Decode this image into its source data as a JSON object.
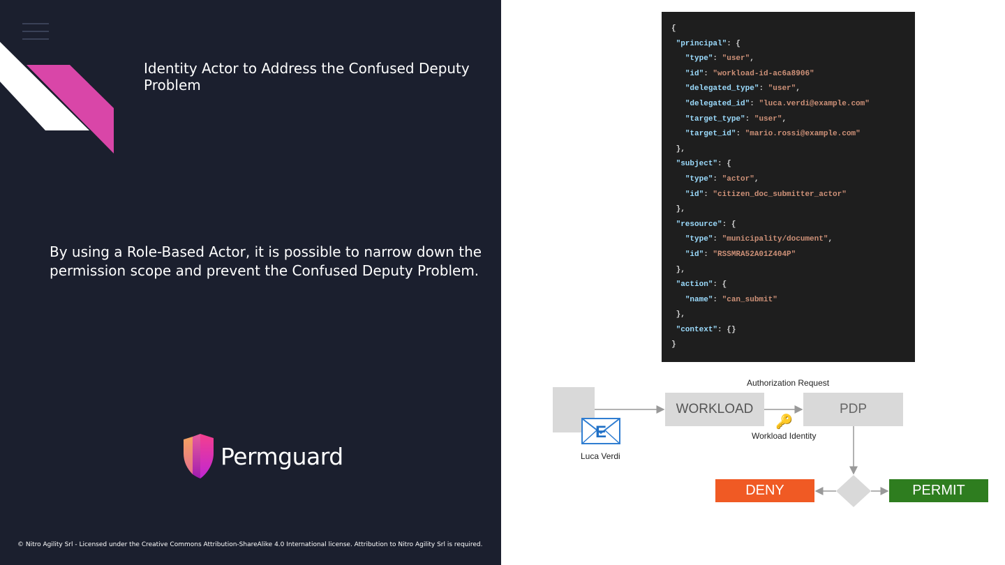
{
  "slide": {
    "title": "Identity Actor to Address the Confused Deputy Problem",
    "body": "By using a Role-Based Actor, it is possible to narrow down the permission scope and prevent the Confused Deputy Problem.",
    "logo_text": "Permguard",
    "footer": "© Nitro Agility Srl - Licensed under the Creative Commons Attribution-ShareAlike 4.0 International license. Attribution to Nitro Agility Srl is required."
  },
  "code": {
    "lines": [
      "{",
      " \"principal\": {",
      "   \"type\": \"user\",",
      "   \"id\": \"workload-id-ac6a8906\"",
      "   \"delegated_type\": \"user\",",
      "   \"delegated_id\": \"luca.verdi@example.com\"",
      "   \"target_type\": \"user\",",
      "   \"target_id\": \"mario.rossi@example.com\"",
      " },",
      " \"subject\": {",
      "   \"type\": \"actor\",",
      "   \"id\": \"citizen_doc_submitter_actor\"",
      " },",
      " \"resource\": {",
      "   \"type\": \"municipality/document\",",
      "   \"id\": \"RSSMRA52A01Z404P\"",
      " },",
      " \"action\": {",
      "   \"name\": \"can_submit\"",
      " },",
      " \"context\": {}",
      "}"
    ]
  },
  "diagram": {
    "authorization_request_label": "Authorization Request",
    "workload_label": "WORKLOAD",
    "pdp_label": "PDP",
    "workload_identity_label": "Workload Identity",
    "user_label": "Luca Verdi",
    "deny_label": "DENY",
    "permit_label": "PERMIT",
    "mail_icon_letter": "E",
    "colors": {
      "deny": "#f05a24",
      "permit": "#2e7d1f",
      "accent": "#d946a8"
    }
  }
}
